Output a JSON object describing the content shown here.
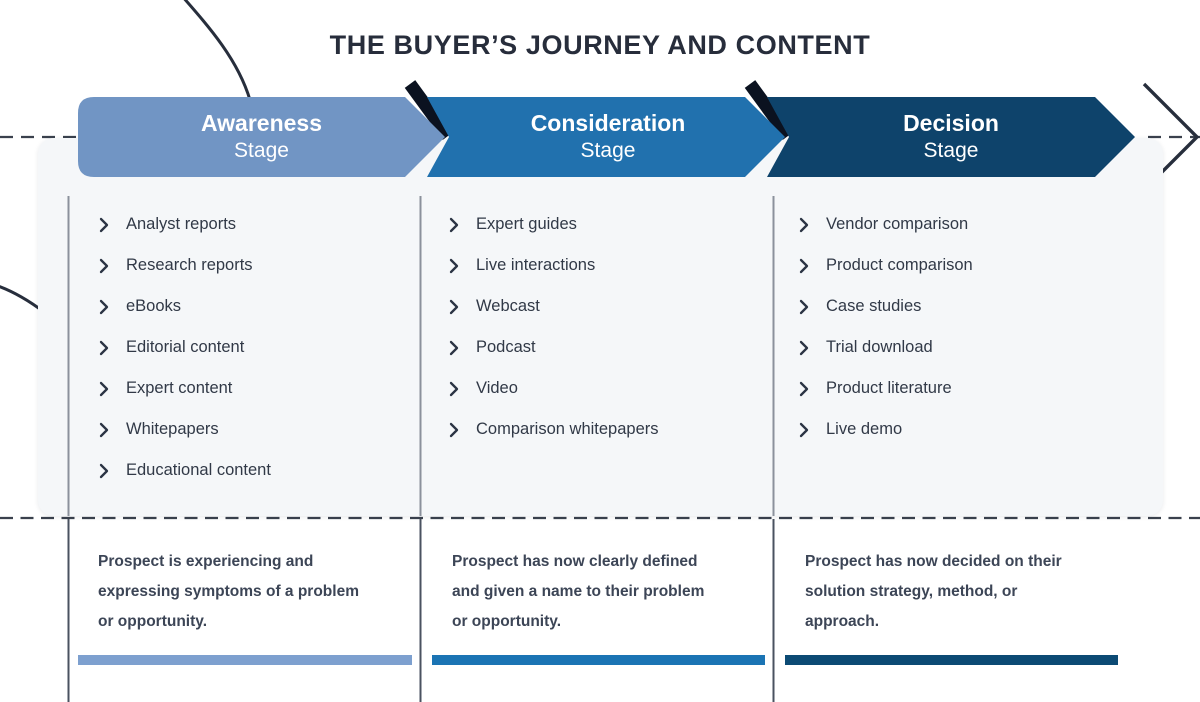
{
  "title": "THE BUYER’S JOURNEY AND CONTENT",
  "stages": [
    {
      "name": "Awareness",
      "subtitle": "Stage",
      "arrow_color": "#7195c4",
      "bar_color": "#7da0cf",
      "items": [
        "Analyst reports",
        "Research reports",
        "eBooks",
        "Editorial content",
        "Expert content",
        "Whitepapers",
        "Educational content"
      ],
      "description": "Prospect is experiencing and expressing symptoms of a problem or opportunity."
    },
    {
      "name": "Consideration",
      "subtitle": "Stage",
      "arrow_color": "#2171ae",
      "bar_color": "#1b74b4",
      "items": [
        "Expert guides",
        "Live interactions",
        "Webcast",
        "Podcast",
        "Video",
        "Comparison whitepapers"
      ],
      "description": "Prospect has now clearly defined and given a name to their problem or opportunity."
    },
    {
      "name": "Decision",
      "subtitle": "Stage",
      "arrow_color": "#0e436b",
      "bar_color": "#0c4a74",
      "items": [
        "Vendor comparison",
        "Product comparison",
        "Case studies",
        "Trial download",
        "Product literature",
        "Live demo"
      ],
      "description": "Prospect has now decided on their solution strategy, method, or approach."
    }
  ],
  "colors": {
    "title_text": "#272d3b",
    "list_text": "#313947",
    "description_text": "#3c4556",
    "card_bg": "#f5f7f9",
    "divider_in_card": "#8b919c",
    "divider_below_card": "#4a5260",
    "dashed_line": "#3a414d",
    "decorative_line": "#272e3c",
    "arrow_shadow": "#0b1220",
    "stage_label_text": "#ffffff"
  },
  "icons": {
    "list_bullet": "chevron-right",
    "flow_end": "chevron-right-outline"
  }
}
